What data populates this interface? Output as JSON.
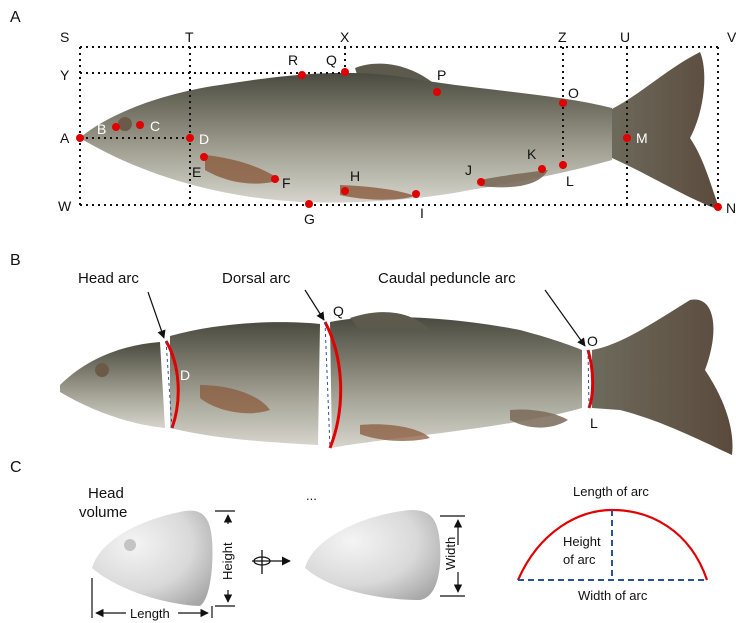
{
  "panels": {
    "a": "A",
    "b": "B",
    "c": "C"
  },
  "grid_labels": {
    "S": "S",
    "T": "T",
    "X": "X",
    "Z": "Z",
    "U": "U",
    "V": "V",
    "Y": "Y",
    "A": "A",
    "W": "W",
    "N": "N"
  },
  "points": {
    "B": "B",
    "C": "C",
    "D": "D",
    "E": "E",
    "F": "F",
    "G": "G",
    "H": "H",
    "I": "I",
    "J": "J",
    "K": "K",
    "L": "L",
    "M": "M",
    "O": "O",
    "P": "P",
    "Q": "Q",
    "R": "R"
  },
  "arcs": {
    "head": "Head arc",
    "dorsal": "Dorsal arc",
    "caudal": "Caudal peduncle arc",
    "d": "D",
    "q": "Q",
    "o": "O",
    "l": "L"
  },
  "head_volume": {
    "title_line1": "Head",
    "title_line2": "volume",
    "height": "Height",
    "length": "Length",
    "width": "Width",
    "ellipsis": "..."
  },
  "arc_diagram": {
    "length": "Length of arc",
    "height_line1": "Height",
    "height_line2": "of arc",
    "width": "Width of arc"
  },
  "colors": {
    "point": "#e00000",
    "arc": "#e00000",
    "chord": "#2a4fa0",
    "fish_body": "#8a8a78"
  }
}
